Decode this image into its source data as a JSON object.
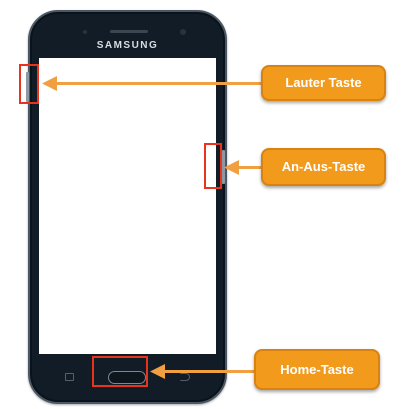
{
  "phone": {
    "brand": "SAMSUNG"
  },
  "callouts": {
    "volume": "Lauter Taste",
    "power": "An-Aus-Taste",
    "home": "Home-Taste"
  },
  "colors": {
    "callout_fill": "#f19a1c",
    "highlight": "#e8341c",
    "arrow": "#f0a040",
    "phone_body": "#111c26"
  }
}
